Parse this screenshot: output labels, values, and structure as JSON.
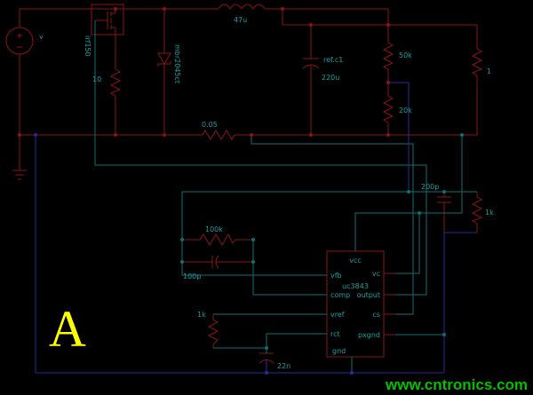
{
  "colors": {
    "background": "#000000",
    "wire_red": "#8a1515",
    "wire_teal": "#0f7070",
    "wire_navy": "#2a2a9a",
    "label_text": "#18a0a0",
    "marker_yellow": "#ffff00",
    "watermark_green": "#00c000"
  },
  "components": {
    "source_label": "v",
    "mosfet": "irf150",
    "r_mosfet": "10",
    "diode": "mbr2045ct",
    "inductor": "47u",
    "cap_out_name": "ref.c1",
    "cap_out_value": "220u",
    "r_divider_top": "50k",
    "r_divider_bottom": "20k",
    "r_load": "1",
    "r_sense": "0.05",
    "cap_filter": "200p",
    "r_filter": "1k",
    "r_feedback": "100k",
    "cap_feedback": "100p",
    "r_timing": "1k",
    "cap_timing": "22n"
  },
  "ic": {
    "name": "uc3843",
    "pin_vcc": "vcc",
    "pin_vfb": "vfb",
    "pin_comp": "comp",
    "pin_vref": "vref",
    "pin_rct": "rct",
    "pin_gnd": "gnd",
    "pin_vc": "vc",
    "pin_output": "output",
    "pin_cs": "cs",
    "pin_pgnd": "pxgnd"
  },
  "annotations": {
    "marker_letter": "A",
    "watermark": "www.cntronics.com"
  }
}
